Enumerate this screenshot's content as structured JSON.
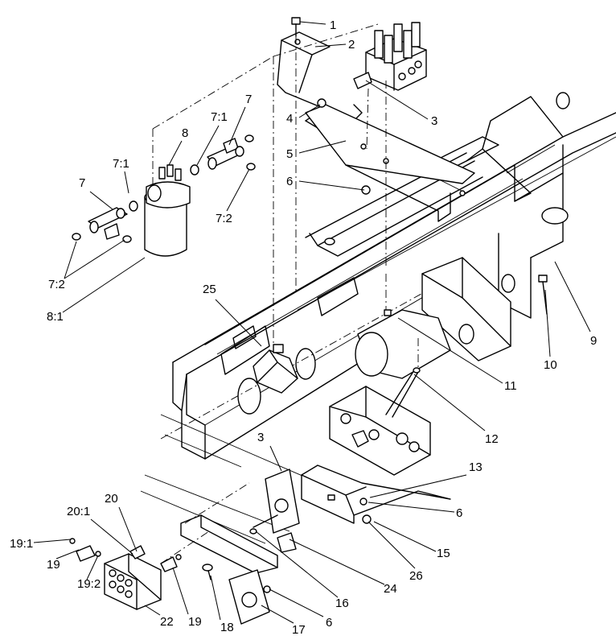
{
  "diagram": {
    "callouts": [
      {
        "id": "c1",
        "label": "1"
      },
      {
        "id": "c2",
        "label": "2"
      },
      {
        "id": "c3a",
        "label": "3"
      },
      {
        "id": "c4",
        "label": "4"
      },
      {
        "id": "c5",
        "label": "5"
      },
      {
        "id": "c6a",
        "label": "6"
      },
      {
        "id": "c7a",
        "label": "7"
      },
      {
        "id": "c71a",
        "label": "7:1"
      },
      {
        "id": "c8",
        "label": "8"
      },
      {
        "id": "c71b",
        "label": "7:1"
      },
      {
        "id": "c7b",
        "label": "7"
      },
      {
        "id": "c72a",
        "label": "7:2"
      },
      {
        "id": "c72b",
        "label": "7:2"
      },
      {
        "id": "c81",
        "label": "8:1"
      },
      {
        "id": "c25",
        "label": "25"
      },
      {
        "id": "c9",
        "label": "9"
      },
      {
        "id": "c10",
        "label": "10"
      },
      {
        "id": "c11",
        "label": "11"
      },
      {
        "id": "c12",
        "label": "12"
      },
      {
        "id": "c3b",
        "label": "3"
      },
      {
        "id": "c13",
        "label": "13"
      },
      {
        "id": "c6b",
        "label": "6"
      },
      {
        "id": "c20",
        "label": "20"
      },
      {
        "id": "c201",
        "label": "20:1"
      },
      {
        "id": "c15",
        "label": "15"
      },
      {
        "id": "c191",
        "label": "19:1"
      },
      {
        "id": "c19a",
        "label": "19"
      },
      {
        "id": "c192",
        "label": "19:2"
      },
      {
        "id": "c26",
        "label": "26"
      },
      {
        "id": "c24",
        "label": "24"
      },
      {
        "id": "c16",
        "label": "16"
      },
      {
        "id": "c22",
        "label": "22"
      },
      {
        "id": "c19b",
        "label": "19"
      },
      {
        "id": "c18",
        "label": "18"
      },
      {
        "id": "c6c",
        "label": "6"
      },
      {
        "id": "c17",
        "label": "17"
      }
    ]
  }
}
